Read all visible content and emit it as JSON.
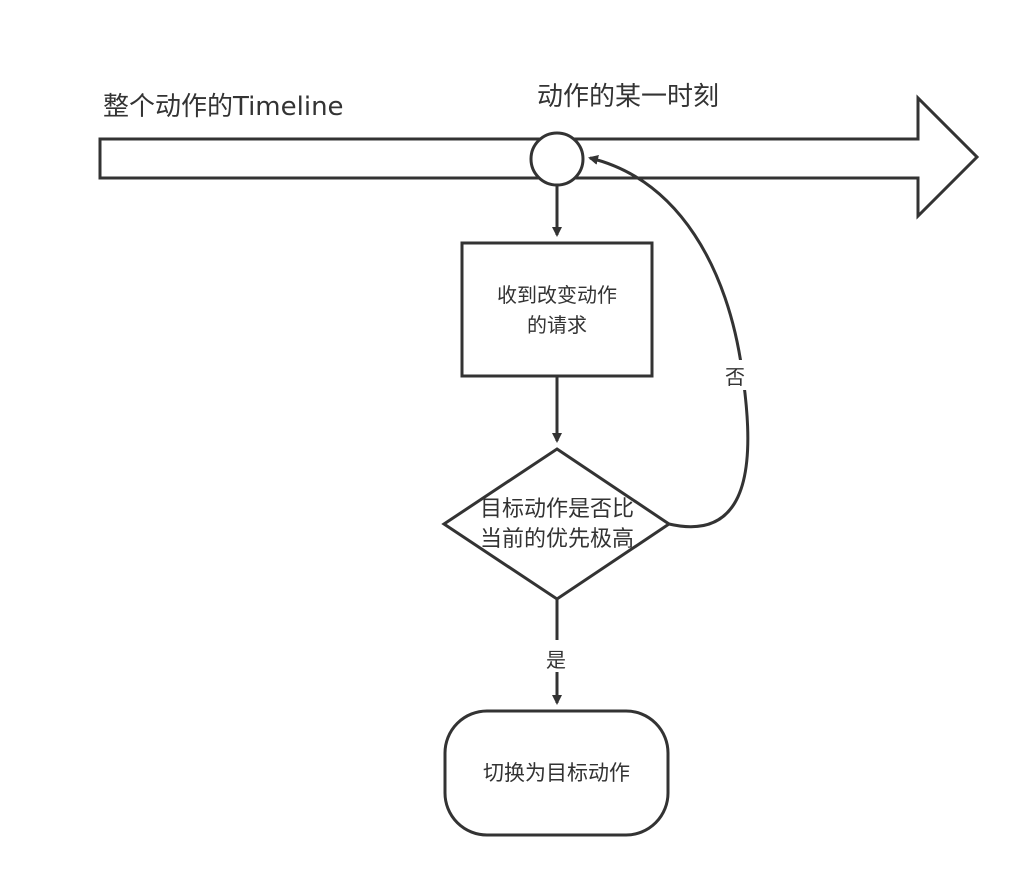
{
  "timeline": {
    "title": "整个动作的Timeline",
    "moment_label": "动作的某一时刻"
  },
  "nodes": {
    "request": {
      "line1": "收到改变动作",
      "line2": "的请求"
    },
    "decision": {
      "line1": "目标动作是否比",
      "line2": "当前的优先极高"
    },
    "switch": {
      "text": "切换为目标动作"
    }
  },
  "edges": {
    "no_label": "否",
    "yes_label": "是"
  },
  "colors": {
    "stroke": "#333333",
    "background": "#ffffff"
  }
}
